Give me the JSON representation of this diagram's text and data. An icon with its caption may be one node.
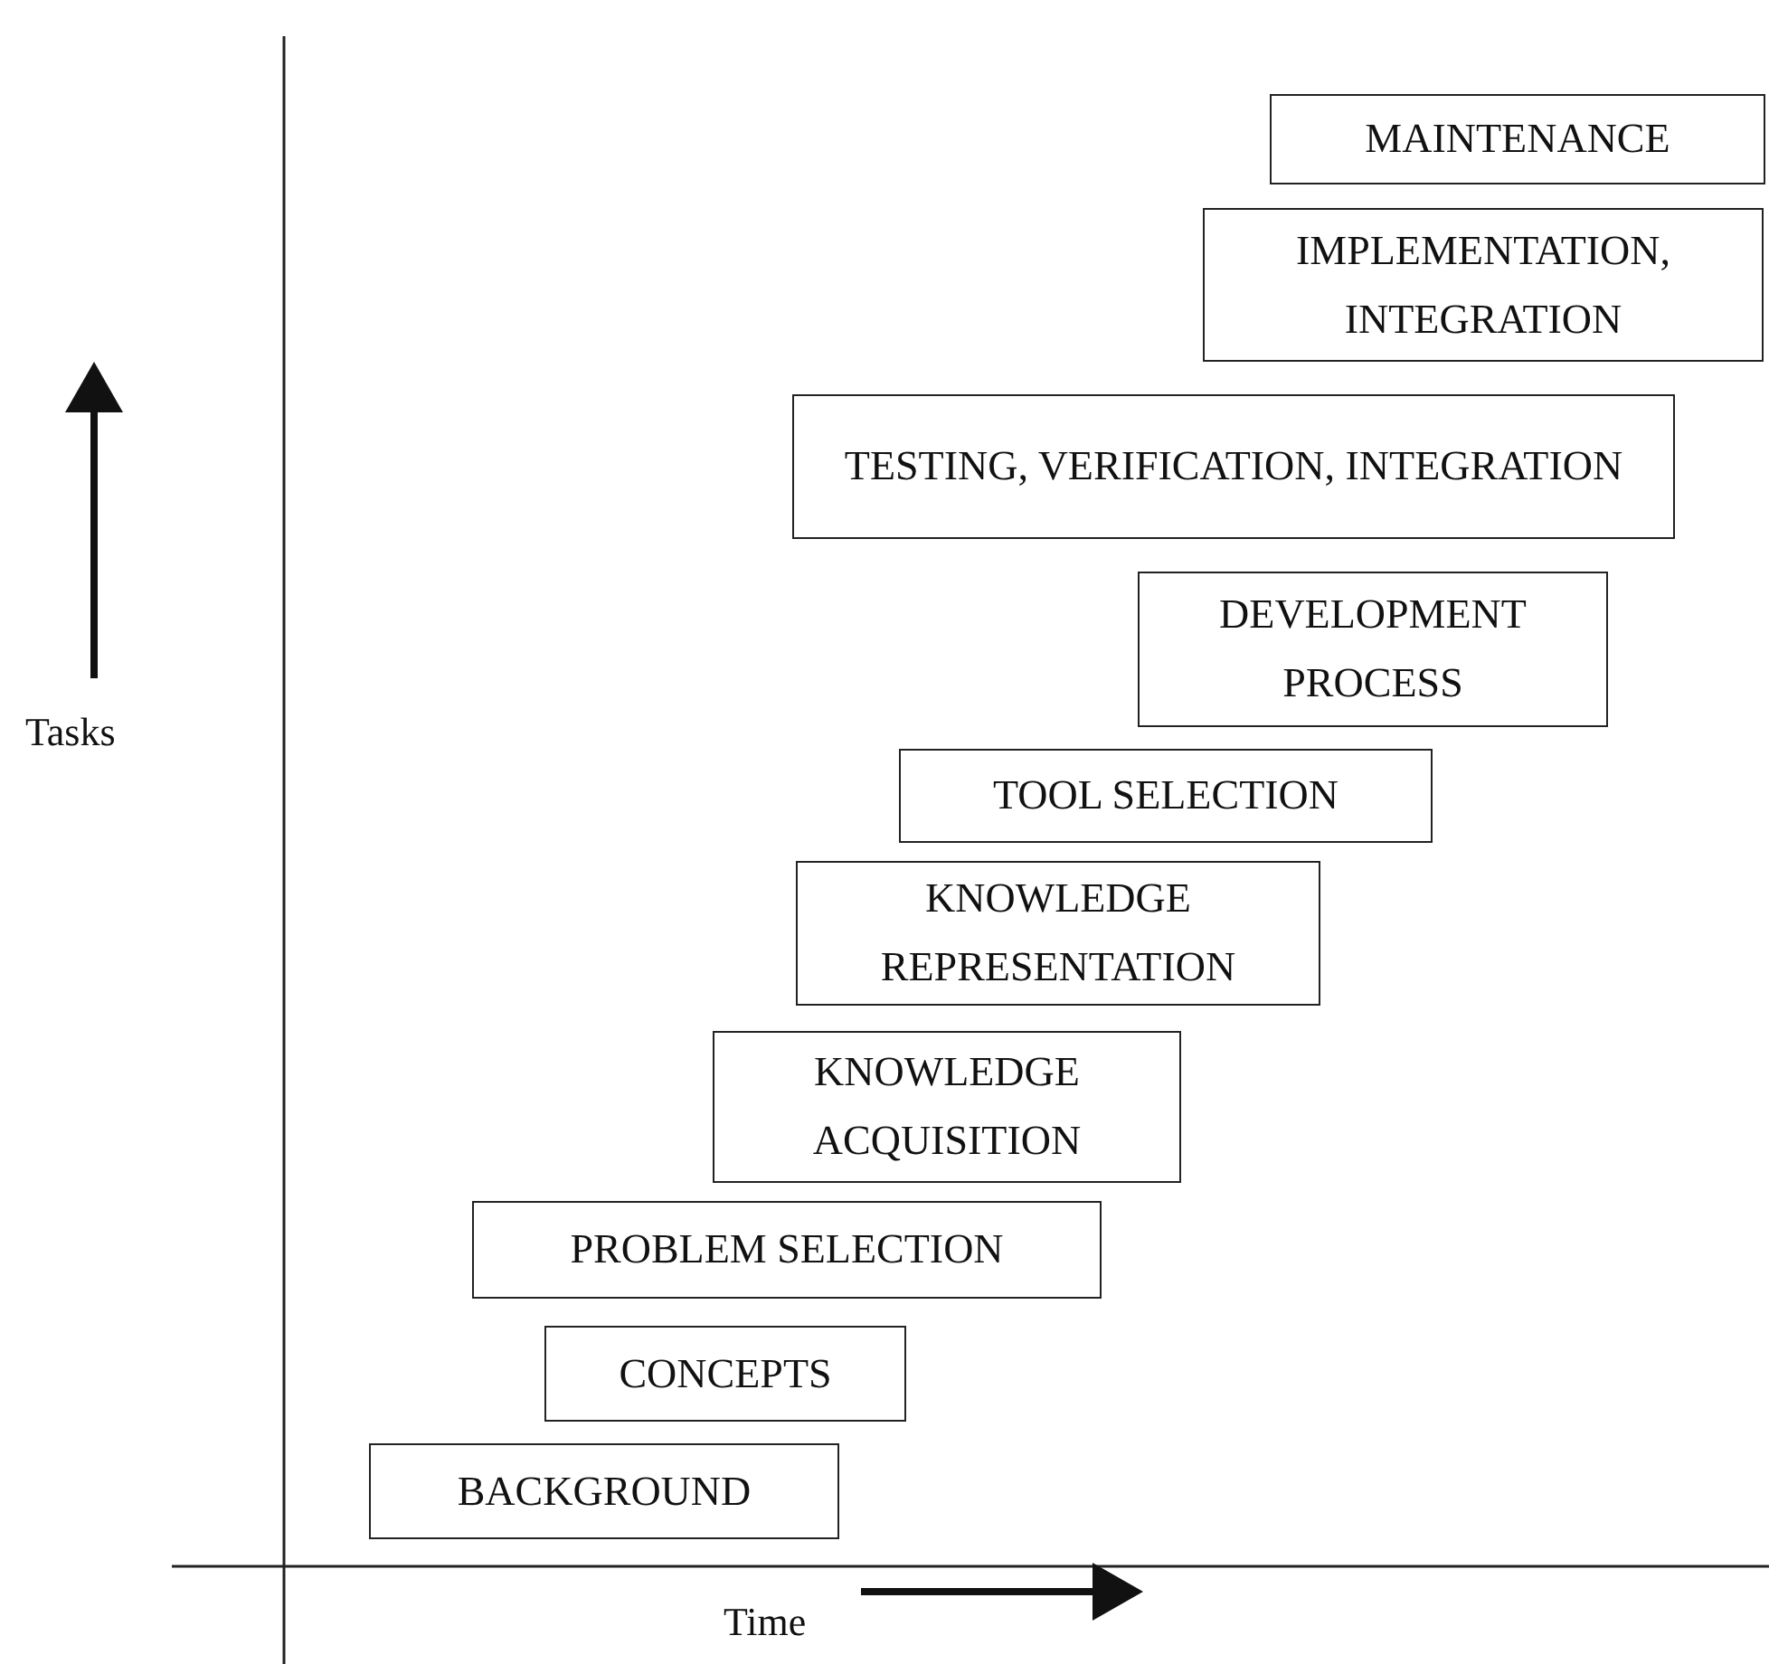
{
  "diagram": {
    "nodes": [
      {
        "text": [
          "MAINTENANCE"
        ]
      },
      {
        "text": [
          "IMPLEMENTATION, INTEGRATION"
        ]
      },
      {
        "text": [
          "TESTING, VERIFICATION, INTEGRATION"
        ]
      },
      {
        "text": [
          "DEVELOPMENT PROCESS"
        ]
      },
      {
        "text": [
          "TOOL SELECTION"
        ]
      },
      {
        "text": [
          "KNOWLEDGE REPRESENTATION"
        ]
      },
      {
        "text": [
          "KNOWLEDGE ACQUISITION"
        ]
      },
      {
        "text": [
          "PROBLEM SELECTION"
        ]
      },
      {
        "text": [
          "CONCEPTS"
        ]
      },
      {
        "text": [
          "BACKGROUND"
        ]
      }
    ],
    "edges": [],
    "labels": [
      "Tasks",
      "Time"
    ]
  }
}
